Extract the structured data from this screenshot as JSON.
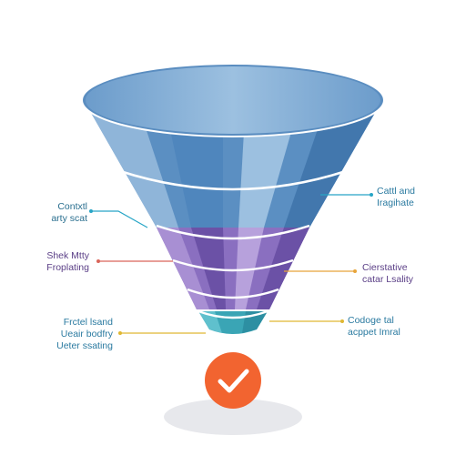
{
  "colors": {
    "band_top": "#5b8fc2",
    "band_top_light": "#8fb5d9",
    "band_top_dark": "#4277ad",
    "band_purple": "#8a6fc0",
    "band_purple_light": "#a88fd3",
    "band_purple_dark": "#6b51a6",
    "band_teal": "#3aa5b5",
    "line_cyan": "#27a5c6",
    "line_red": "#d9655a",
    "line_orange": "#e8a53a",
    "line_yellow": "#e0b733",
    "check_circle": "#f26430",
    "shadow": "#e7e8ec"
  },
  "icons": {
    "badge": "check-icon"
  },
  "labels": {
    "left_1": {
      "line1": "Contxtl",
      "line2": "arty scat",
      "color": "#2a6f8f"
    },
    "left_2": {
      "line1": "Shek Mtty",
      "line2": "Froplating",
      "color": "#5a3e86"
    },
    "left_3": {
      "line1": "Frctel lsand",
      "line2": "Ueair bodfry",
      "line3": "Ueter ssating",
      "color": "#2a7aa0"
    },
    "right_1": {
      "line1": "Cattl and",
      "line2": "Iragihate",
      "color": "#2a7aa0"
    },
    "right_2": {
      "line1": "Cierstative",
      "line2": "catar Lsality",
      "color": "#5a3e86"
    },
    "right_3": {
      "line1": "Codoge tal",
      "line2": "acppet Imral",
      "color": "#2a7aa0"
    }
  }
}
